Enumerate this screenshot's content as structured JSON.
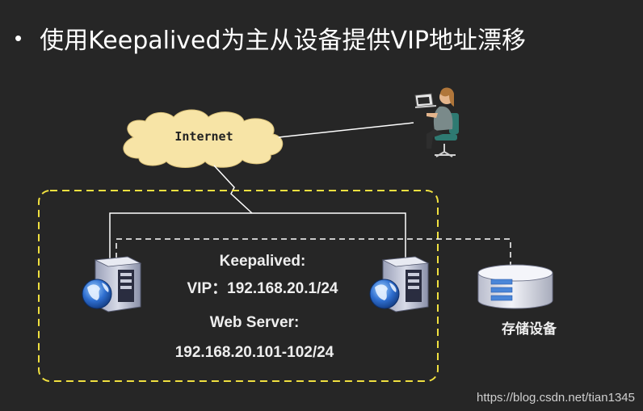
{
  "slide": {
    "bullet": "•",
    "title": "使用Keepalived为主从设备提供VIP地址漂移"
  },
  "diagram": {
    "cloud_label": "Internet",
    "keepalived_label": "Keepalived:",
    "vip_label": "VIP：192.168.20.1/24",
    "web_server_label": "Web Server:",
    "web_ip_label": "192.168.20.101-102/24",
    "storage_label": "存储设备"
  },
  "watermark": "https://blog.csdn.net/tian1345",
  "colors": {
    "background": "#262626",
    "cloud_fill": "#f7e4a6",
    "dashed_box": "#f0e040",
    "link_line": "#ffffff"
  }
}
